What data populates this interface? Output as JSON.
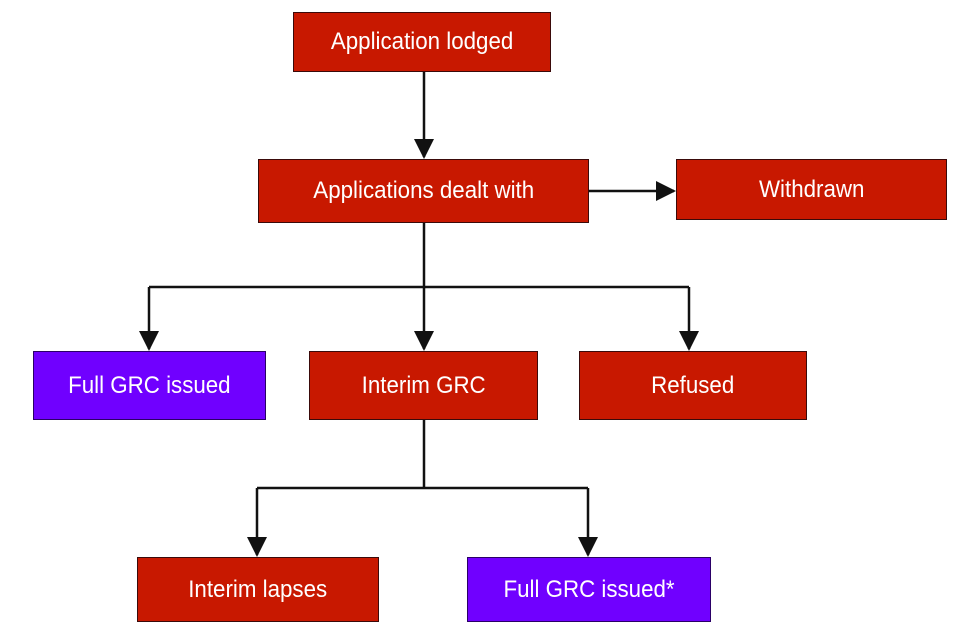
{
  "colors": {
    "node_red": "#c81800",
    "node_purple": "#7000ff",
    "connector": "#111111"
  },
  "nodes": {
    "application_lodged": "Application lodged",
    "applications_dealt_with": "Applications dealt with",
    "withdrawn": "Withdrawn",
    "full_grc_issued": "Full GRC issued",
    "interim_grc": "Interim GRC",
    "refused": "Refused",
    "interim_lapses": "Interim lapses",
    "full_grc_issued_after_interim": "Full GRC issued*"
  },
  "edges": [
    {
      "from": "application_lodged",
      "to": "applications_dealt_with"
    },
    {
      "from": "applications_dealt_with",
      "to": "withdrawn"
    },
    {
      "from": "applications_dealt_with",
      "to": "full_grc_issued"
    },
    {
      "from": "applications_dealt_with",
      "to": "interim_grc"
    },
    {
      "from": "applications_dealt_with",
      "to": "refused"
    },
    {
      "from": "interim_grc",
      "to": "interim_lapses"
    },
    {
      "from": "interim_grc",
      "to": "full_grc_issued_after_interim"
    }
  ]
}
